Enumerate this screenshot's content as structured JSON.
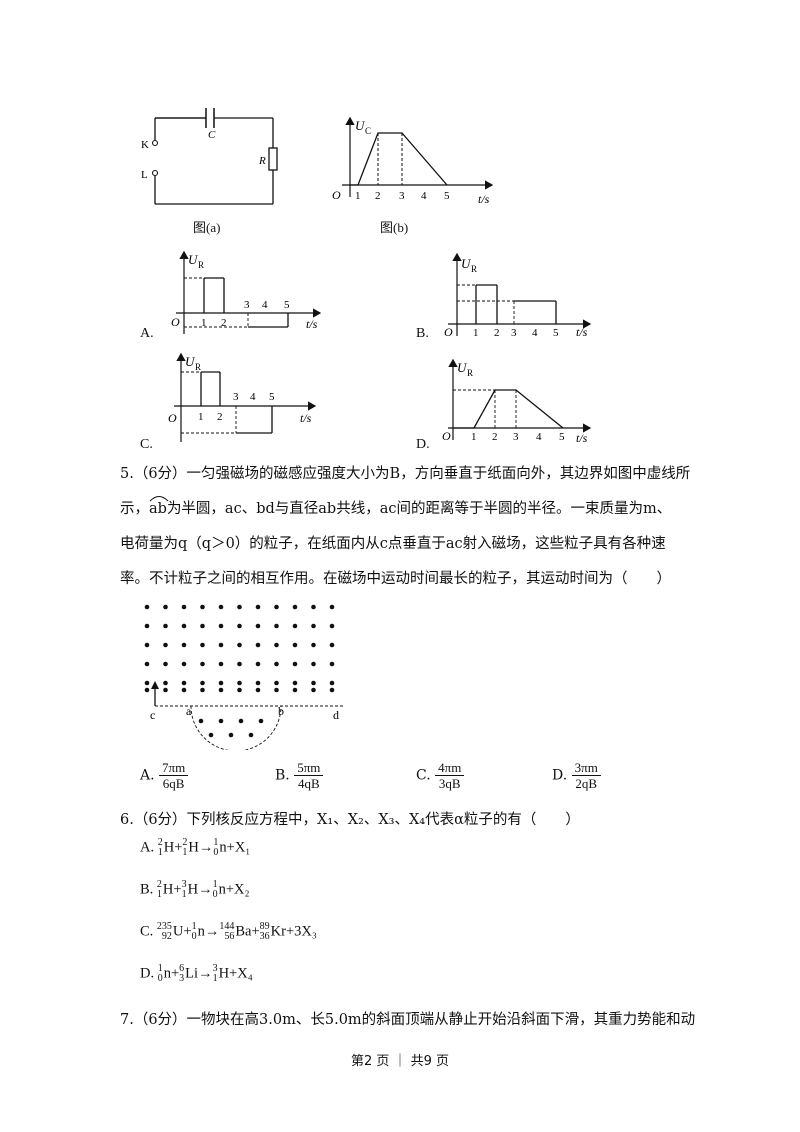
{
  "figures": {
    "circuit": {
      "label_K": "K",
      "label_L": "L",
      "label_C": "C",
      "label_R": "R",
      "caption": "图(a)"
    },
    "graph_b": {
      "y_label": "U",
      "y_sub": "C",
      "x_label": "t/s",
      "origin": "O",
      "ticks": [
        "1",
        "2",
        "3",
        "4",
        "5"
      ],
      "caption": "图(b)"
    },
    "options_graphs": {
      "y_label": "U",
      "y_sub": "R",
      "x_label": "t/s",
      "origin": "O",
      "ticks": [
        "1",
        "2",
        "3",
        "4",
        "5"
      ],
      "letters": [
        "A.",
        "B.",
        "C.",
        "D."
      ]
    }
  },
  "q5": {
    "line1": "5.（6分）一匀强磁场的磁感应强度大小为B，方向垂直于纸面向外，其边界如图中虚线所",
    "line2_prefix": "示，",
    "arc": "ab",
    "line2_rest": "为半圆，ac、bd与直径ab共线，ac间的距离等于半圆的半径。一束质量为m、",
    "line3": "电荷量为q（q＞0）的粒子，在纸面内从c点垂直于ac射入磁场，这些粒子具有各种速",
    "line4": "率。不计粒子之间的相互作用。在磁场中运动时间最长的粒子，其运动时间为（　　）",
    "figure_labels": [
      "c",
      "a",
      "b",
      "d"
    ],
    "options": [
      {
        "letter": "A.",
        "num": "7πm",
        "den": "6qB"
      },
      {
        "letter": "B.",
        "num": "5πm",
        "den": "4qB"
      },
      {
        "letter": "C.",
        "num": "4πm",
        "den": "3qB"
      },
      {
        "letter": "D.",
        "num": "3πm",
        "den": "2qB"
      }
    ]
  },
  "q6": {
    "stem": "6.（6分）下列核反应方程中，X₁、X₂、X₃、X₄代表α粒子的有（　　）",
    "options": [
      "A.",
      "B.",
      "C.",
      "D."
    ],
    "A": {
      "n1": [
        "2",
        "1",
        "H"
      ],
      "n2": [
        "2",
        "1",
        "H"
      ],
      "p": [
        "1",
        "0",
        "n"
      ],
      "x": "X₁"
    },
    "B": {
      "n1": [
        "2",
        "1",
        "H"
      ],
      "n2": [
        "3",
        "1",
        "H"
      ],
      "p": [
        "1",
        "0",
        "n"
      ],
      "x": "X₂"
    },
    "C": {
      "n1": [
        "235",
        "92",
        "U"
      ],
      "n2": [
        "1",
        "0",
        "n"
      ],
      "p1": [
        "144",
        "56",
        "Ba"
      ],
      "p2": [
        "89",
        "36",
        "Kr"
      ],
      "x": "3X₃"
    },
    "D": {
      "n1": [
        "1",
        "0",
        "n"
      ],
      "n2": [
        "6",
        "3",
        "Li"
      ],
      "p": [
        "3",
        "1",
        "H"
      ],
      "x": "X₄"
    }
  },
  "q7": {
    "line1": "7.（6分）一物块在高3.0m、长5.0m的斜面顶端从静止开始沿斜面下滑，其重力势能和动"
  },
  "footer": "第2 页 ｜ 共9 页"
}
